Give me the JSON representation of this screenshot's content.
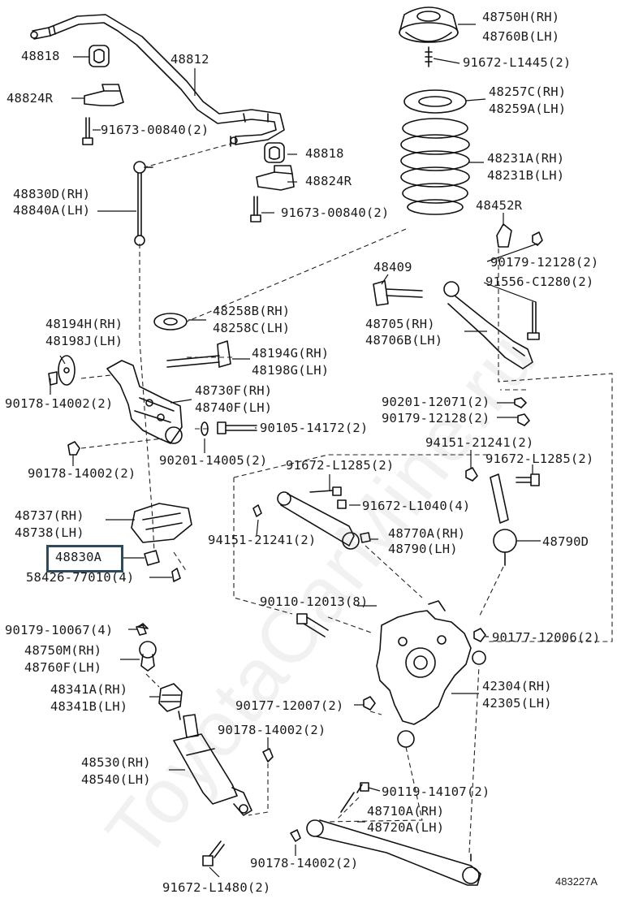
{
  "labels": {
    "l48750H": "48750H(RH)",
    "l48760B": "48760B(LH)",
    "l91672_1445": "91672-L1445(2)",
    "l48257C": "48257C(RH)",
    "l48259A": "48259A(LH)",
    "l48231A": "48231A(RH)",
    "l48231B": "48231B(LH)",
    "l48452R": "48452R",
    "l90179_12128a": "90179-12128(2)",
    "l91556": "91556-C1280(2)",
    "l48409": "48409",
    "l48705": "48705(RH)",
    "l48706B": "48706B(LH)",
    "l48818a": "48818",
    "l48812": "48812",
    "l48824Ra": "48824R",
    "l91673a": "91673-00840(2)",
    "l48818b": "48818",
    "l48824Rb": "48824R",
    "l91673b": "91673-00840(2)",
    "l48830D": "48830D(RH)",
    "l48840A": "48840A(LH)",
    "l48258B": "48258B(RH)",
    "l48258C": "48258C(LH)",
    "l48194H": "48194H(RH)",
    "l48198J": "48198J(LH)",
    "l48194G": "48194G(RH)",
    "l48198G": "48198G(LH)",
    "l48730F": "48730F(RH)",
    "l48740F": "48740F(LH)",
    "l90178a": "90178-14002(2)",
    "l90105": "90105-14172(2)",
    "l90201a": "90201-12071(2)",
    "l90179b": "90179-12128(2)",
    "l90178b": "90178-14002(2)",
    "l90201b": "90201-14005(2)",
    "l94151a": "94151-21241(2)",
    "l91672_1285a": "91672-L1285(2)",
    "l91672_1285b": "91672-L1285(2)",
    "l48737": "48737(RH)",
    "l48738": "48738(LH)",
    "l91672_1040": "91672-L1040(4)",
    "l48770A": "48770A(RH)",
    "l48790": "48790(LH)",
    "l48790D": "48790D",
    "l94151b": "94151-21241(2)",
    "l48830A": "48830A",
    "l58426": "58426-77010(4)",
    "l90110": "90110-12013(8)",
    "l90179c": "90179-10067(4)",
    "l90177a": "90177-12006(2)",
    "l48750M": "48750M(RH)",
    "l48760F": "48760F(LH)",
    "l42304": "42304(RH)",
    "l42305": "42305(LH)",
    "l48341A": "48341A(RH)",
    "l48341B": "48341B(LH)",
    "l90177b": "90177-12007(2)",
    "l90178c": "90178-14002(2)",
    "l48530": "48530(RH)",
    "l48540": "48540(LH)",
    "l90119": "90119-14107(2)",
    "l48710A": "48710A(RH)",
    "l48720A": "48720A(LH)",
    "l90178d": "90178-14002(2)",
    "l91672_1480": "91672-L1480(2)"
  },
  "diagram_id": "483227A",
  "watermark": "ToyotaCarMine.ru",
  "highlight_color": "#2d4b5c"
}
